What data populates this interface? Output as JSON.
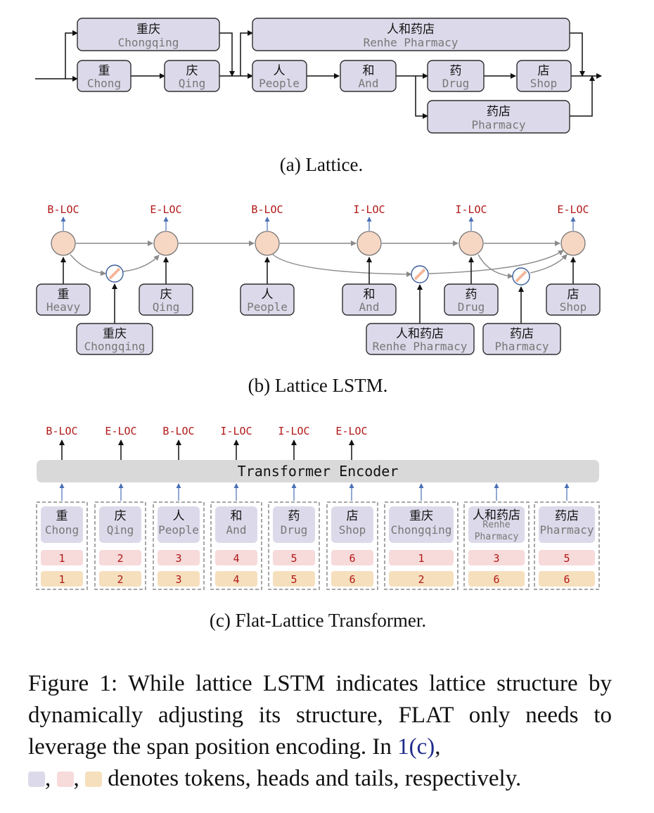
{
  "lattice": {
    "caption": "(a) Lattice.",
    "chars": [
      {
        "zh": "重",
        "en": "Chong"
      },
      {
        "zh": "庆",
        "en": "Qing"
      },
      {
        "zh": "人",
        "en": "People"
      },
      {
        "zh": "和",
        "en": "And"
      },
      {
        "zh": "药",
        "en": "Drug"
      },
      {
        "zh": "店",
        "en": "Shop"
      }
    ],
    "words": [
      {
        "zh": "重庆",
        "en": "Chongqing"
      },
      {
        "zh": "人和药店",
        "en": "Renhe Pharmacy"
      },
      {
        "zh": "药店",
        "en": "Pharmacy"
      }
    ]
  },
  "lattice_lstm": {
    "caption": "(b) Lattice LSTM.",
    "tags": [
      "B-LOC",
      "E-LOC",
      "B-LOC",
      "I-LOC",
      "I-LOC",
      "E-LOC"
    ],
    "chars": [
      {
        "zh": "重",
        "en": "Heavy"
      },
      {
        "zh": "庆",
        "en": "Qing"
      },
      {
        "zh": "人",
        "en": "People"
      },
      {
        "zh": "和",
        "en": "And"
      },
      {
        "zh": "药",
        "en": "Drug"
      },
      {
        "zh": "店",
        "en": "Shop"
      }
    ],
    "words": [
      {
        "zh": "重庆",
        "en": "Chongqing"
      },
      {
        "zh": "人和药店",
        "en": "Renhe Pharmacy"
      },
      {
        "zh": "药店",
        "en": "Pharmacy"
      }
    ]
  },
  "flat": {
    "caption": "(c) Flat-Lattice Transformer.",
    "encoder_label": "Transformer Encoder",
    "tags": [
      "B-LOC",
      "E-LOC",
      "B-LOC",
      "I-LOC",
      "I-LOC",
      "E-LOC"
    ],
    "tokens": [
      {
        "zh": "重",
        "en": "Chong",
        "head": "1",
        "tail": "1"
      },
      {
        "zh": "庆",
        "en": "Qing",
        "head": "2",
        "tail": "2"
      },
      {
        "zh": "人",
        "en": "People",
        "head": "3",
        "tail": "3"
      },
      {
        "zh": "和",
        "en": "And",
        "head": "4",
        "tail": "4"
      },
      {
        "zh": "药",
        "en": "Drug",
        "head": "5",
        "tail": "5"
      },
      {
        "zh": "店",
        "en": "Shop",
        "head": "6",
        "tail": "6"
      },
      {
        "zh": "重庆",
        "en": "Chongqing",
        "head": "1",
        "tail": "2"
      },
      {
        "zh": "人和药店",
        "en": "Renhe",
        "en2": "Pharmacy",
        "head": "3",
        "tail": "6"
      },
      {
        "zh": "药店",
        "en": "Pharmacy",
        "head": "5",
        "tail": "6"
      }
    ]
  },
  "figure_caption": {
    "part1": "Figure 1:  While lattice LSTM indicates lattice structure by dynamically adjusting its structure, FLAT only needs to leverage the span position encoding.  In ",
    "ref": "1(c)",
    "part2": ",",
    "sep1": ",",
    "sep2": ",",
    "part3": "denotes tokens, heads and tails, respectively.",
    "colors": {
      "token": "#dcdaea",
      "head": "#f7dada",
      "tail": "#f6dfbd"
    }
  }
}
